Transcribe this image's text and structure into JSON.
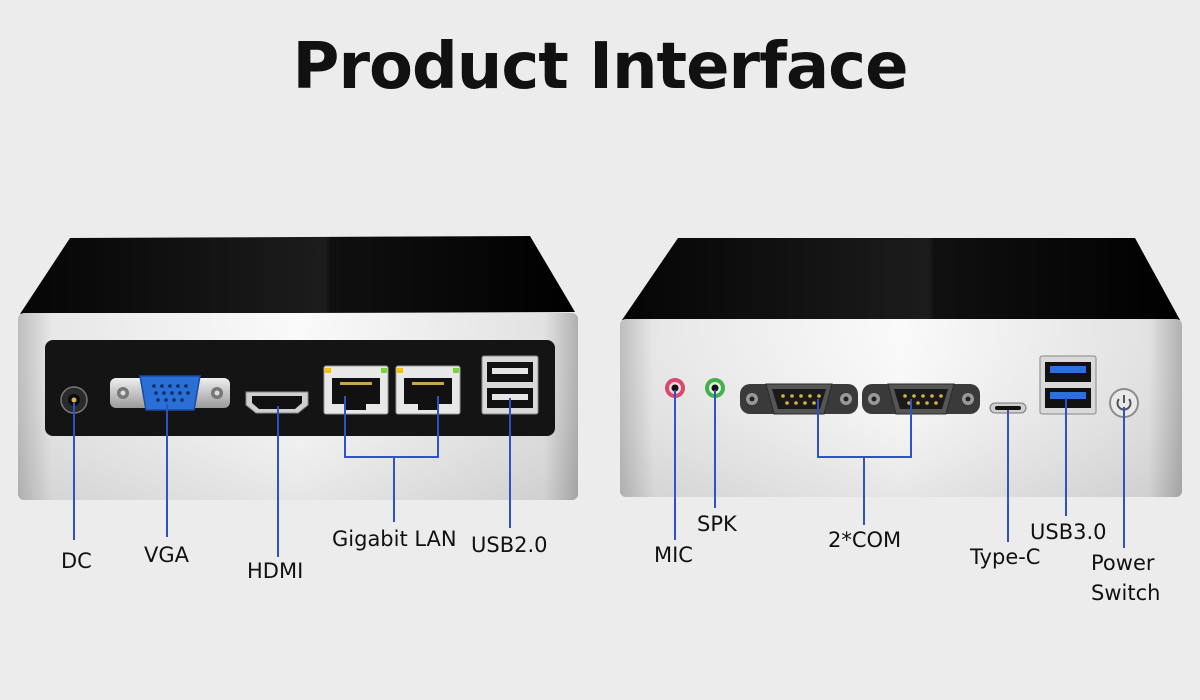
{
  "title": "Product Interface",
  "left_ports": {
    "dc": "DC",
    "vga": "VGA",
    "hdmi": "HDMI",
    "lan": "Gigabit LAN",
    "usb2": "USB2.0"
  },
  "right_ports": {
    "mic": "MIC",
    "spk": "SPK",
    "com": "2*COM",
    "typec": "Type-C",
    "usb3": "USB3.0",
    "power_line1": "Power",
    "power_line2": "Switch"
  },
  "colors": {
    "background": "#ececec",
    "leader_line": "#2f53c6",
    "vga_blue": "#2a6fd6",
    "usb3_blue": "#2d6fe0",
    "mic_pink": "#d94a6a",
    "spk_green": "#43b04a",
    "lan_led": "#f2c200"
  }
}
